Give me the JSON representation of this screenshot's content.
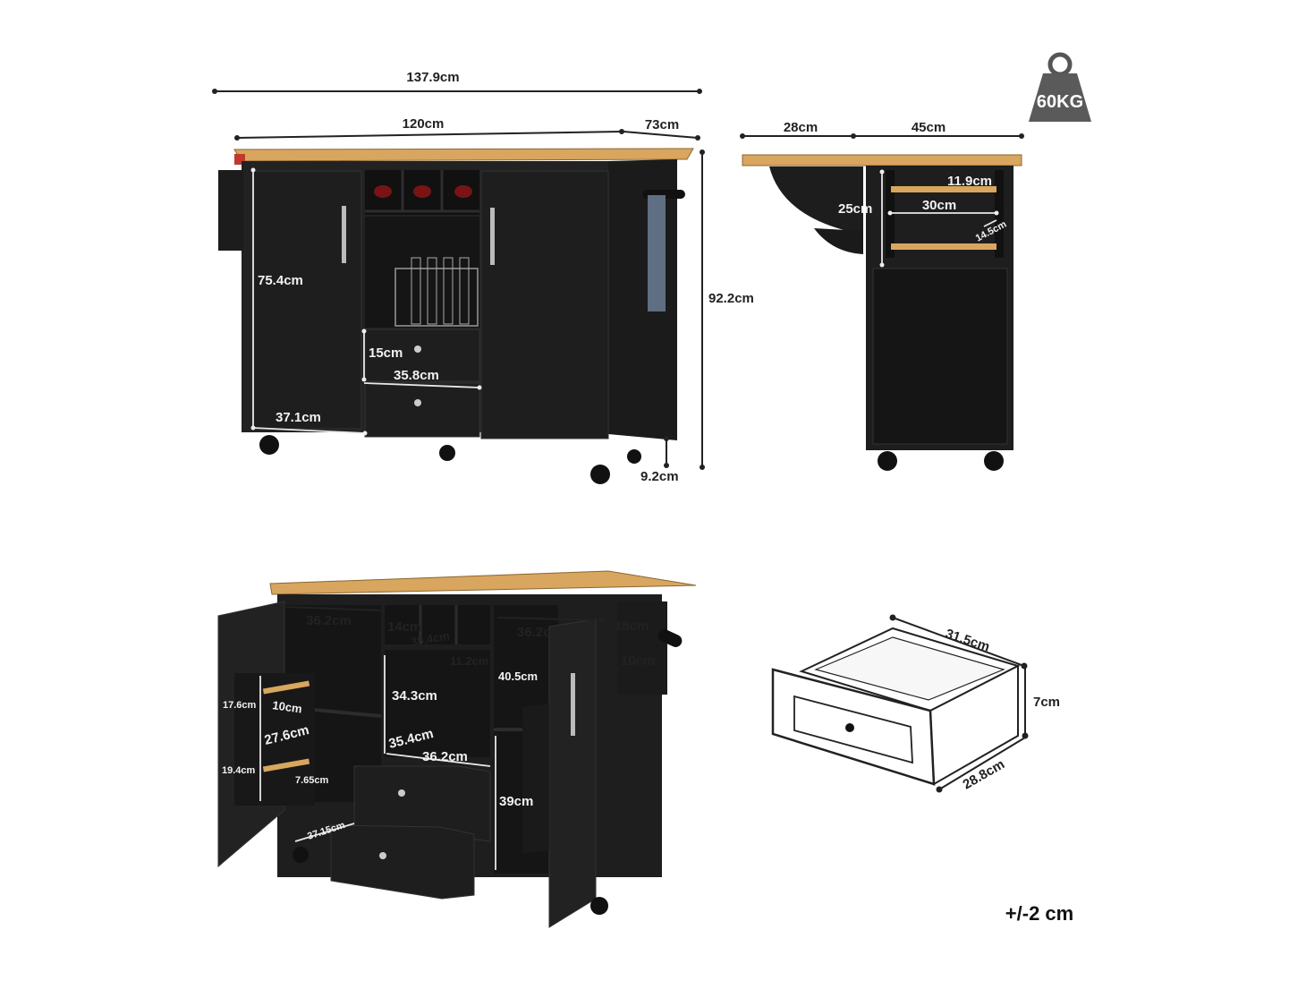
{
  "weight": {
    "label": "60KG"
  },
  "tolerance": {
    "label": "+/-2 cm"
  },
  "front_view": {
    "total_width": "137.9cm",
    "body_width": "120cm",
    "depth": "73cm",
    "height": "92.2cm",
    "cabinet_height": "75.4cm",
    "cabinet_width": "37.1cm",
    "drawer_height": "15cm",
    "drawer_width": "35.8cm",
    "wheel_height": "9.2cm"
  },
  "side_view": {
    "leaf_width": "28cm",
    "body_depth": "45cm",
    "rack_height": "25cm",
    "rack_width": "30cm",
    "rack_top_gap": "11.9cm",
    "rack_bottom_gap": "14.5cm"
  },
  "open_view": {
    "left_interior_width": "36.2cm",
    "wine_height": "14cm",
    "wine_width": "35.4cm",
    "wine_cell": "11.2cm",
    "right_interior_width": "36.2cm",
    "towel_bar_width": "18cm",
    "towel_bar_depth": "10cm",
    "right_shelf_height": "40.5cm",
    "middle_height": "34.3cm",
    "middle_depth": "35.4cm",
    "middle_width": "36.2cm",
    "lower_right_height": "39cm",
    "door_rack_top": "17.6cm",
    "door_rack_depth": "10cm",
    "door_rack_width": "27.6cm",
    "door_rack_bottom": "19.4cm",
    "door_rack_gap": "7.65cm",
    "drawer_depth": "37.15cm"
  },
  "drawer_detail": {
    "width": "31.5cm",
    "height": "7cm",
    "depth": "28.8cm"
  }
}
